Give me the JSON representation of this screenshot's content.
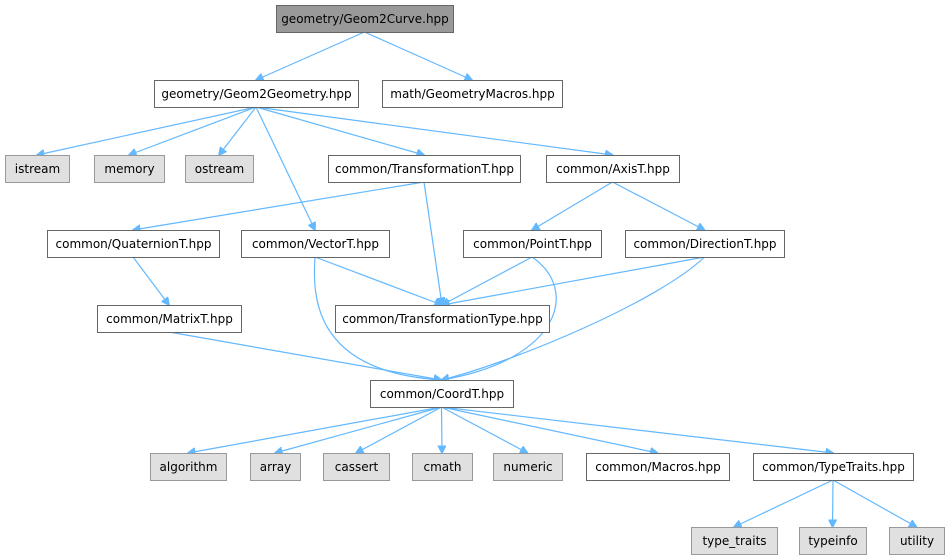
{
  "graph": {
    "colors": {
      "edge": "#63b8ff",
      "focus_fill": "#999999",
      "focus_border": "#666666",
      "project_fill": "#ffffff",
      "project_border": "#666666",
      "system_fill": "#e0e0e0",
      "system_border": "#999999"
    },
    "nodes": [
      {
        "id": "geom2curve",
        "label": "geometry/Geom2Curve.hpp",
        "kind": "focus"
      },
      {
        "id": "geom2geometry",
        "label": "geometry/Geom2Geometry.hpp",
        "kind": "project"
      },
      {
        "id": "geometrymacros",
        "label": "math/GeometryMacros.hpp",
        "kind": "project"
      },
      {
        "id": "istream",
        "label": "istream",
        "kind": "system"
      },
      {
        "id": "memory",
        "label": "memory",
        "kind": "system"
      },
      {
        "id": "ostream",
        "label": "ostream",
        "kind": "system"
      },
      {
        "id": "transformationt",
        "label": "common/TransformationT.hpp",
        "kind": "project"
      },
      {
        "id": "axist",
        "label": "common/AxisT.hpp",
        "kind": "project"
      },
      {
        "id": "quaterniont",
        "label": "common/QuaternionT.hpp",
        "kind": "project"
      },
      {
        "id": "vectort",
        "label": "common/VectorT.hpp",
        "kind": "project"
      },
      {
        "id": "pointt",
        "label": "common/PointT.hpp",
        "kind": "project"
      },
      {
        "id": "directiont",
        "label": "common/DirectionT.hpp",
        "kind": "project"
      },
      {
        "id": "matrixt",
        "label": "common/MatrixT.hpp",
        "kind": "project"
      },
      {
        "id": "transformationtype",
        "label": "common/TransformationType.hpp",
        "kind": "project"
      },
      {
        "id": "coordt",
        "label": "common/CoordT.hpp",
        "kind": "project"
      },
      {
        "id": "algorithm",
        "label": "algorithm",
        "kind": "system"
      },
      {
        "id": "array",
        "label": "array",
        "kind": "system"
      },
      {
        "id": "cassert",
        "label": "cassert",
        "kind": "system"
      },
      {
        "id": "cmath",
        "label": "cmath",
        "kind": "system"
      },
      {
        "id": "numeric",
        "label": "numeric",
        "kind": "system"
      },
      {
        "id": "macros",
        "label": "common/Macros.hpp",
        "kind": "project"
      },
      {
        "id": "typetraits",
        "label": "common/TypeTraits.hpp",
        "kind": "project"
      },
      {
        "id": "type_traits",
        "label": "type_traits",
        "kind": "system"
      },
      {
        "id": "typeinfo",
        "label": "typeinfo",
        "kind": "system"
      },
      {
        "id": "utility",
        "label": "utility",
        "kind": "system"
      }
    ],
    "edges": [
      {
        "from": "geom2curve",
        "to": "geom2geometry"
      },
      {
        "from": "geom2curve",
        "to": "geometrymacros"
      },
      {
        "from": "geom2geometry",
        "to": "istream"
      },
      {
        "from": "geom2geometry",
        "to": "memory"
      },
      {
        "from": "geom2geometry",
        "to": "ostream"
      },
      {
        "from": "geom2geometry",
        "to": "transformationt"
      },
      {
        "from": "geom2geometry",
        "to": "axist"
      },
      {
        "from": "geom2geometry",
        "to": "vectort"
      },
      {
        "from": "transformationt",
        "to": "quaterniont"
      },
      {
        "from": "transformationt",
        "to": "transformationtype"
      },
      {
        "from": "axist",
        "to": "pointt"
      },
      {
        "from": "axist",
        "to": "directiont"
      },
      {
        "from": "quaterniont",
        "to": "matrixt"
      },
      {
        "from": "vectort",
        "to": "transformationtype"
      },
      {
        "from": "vectort",
        "to": "coordt"
      },
      {
        "from": "pointt",
        "to": "transformationtype"
      },
      {
        "from": "pointt",
        "to": "coordt"
      },
      {
        "from": "directiont",
        "to": "transformationtype"
      },
      {
        "from": "directiont",
        "to": "coordt"
      },
      {
        "from": "matrixt",
        "to": "coordt"
      },
      {
        "from": "coordt",
        "to": "algorithm"
      },
      {
        "from": "coordt",
        "to": "array"
      },
      {
        "from": "coordt",
        "to": "cassert"
      },
      {
        "from": "coordt",
        "to": "cmath"
      },
      {
        "from": "coordt",
        "to": "numeric"
      },
      {
        "from": "coordt",
        "to": "macros"
      },
      {
        "from": "coordt",
        "to": "typetraits"
      },
      {
        "from": "typetraits",
        "to": "type_traits"
      },
      {
        "from": "typetraits",
        "to": "typeinfo"
      },
      {
        "from": "typetraits",
        "to": "utility"
      }
    ]
  }
}
